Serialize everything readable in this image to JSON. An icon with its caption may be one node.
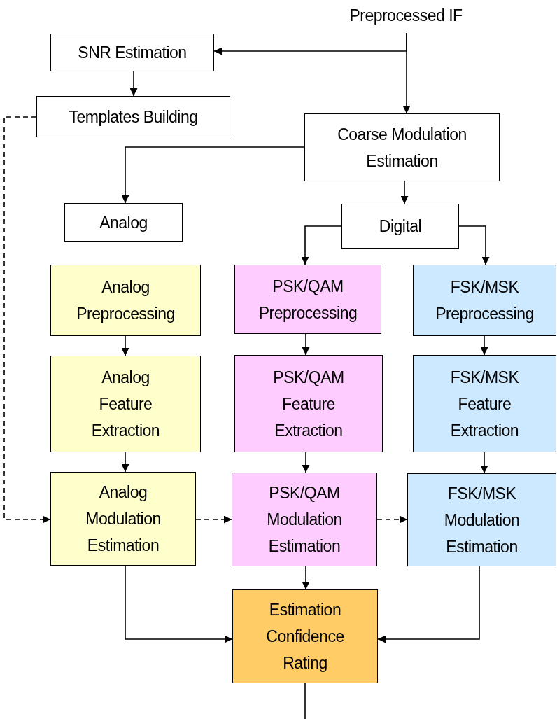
{
  "diagram": {
    "nodes": [
      {
        "text": [
          "Preprocessed IF"
        ]
      },
      {
        "text": [
          "SNR Estimation"
        ]
      },
      {
        "text": [
          "Templates Building"
        ]
      },
      {
        "text": [
          "Coarse Modulation Estimation"
        ]
      },
      {
        "text": [
          "Analog"
        ]
      },
      {
        "text": [
          "Digital"
        ]
      },
      {
        "text": [
          "Analog Preprocessing"
        ]
      },
      {
        "text": [
          "PSK/QAM Preprocessing"
        ]
      },
      {
        "text": [
          "FSK/MSK Preprocessing"
        ]
      },
      {
        "text": [
          "Analog Feature Extraction"
        ]
      },
      {
        "text": [
          "PSK/QAM Feature Extraction"
        ]
      },
      {
        "text": [
          "FSK/MSK Feature Extraction"
        ]
      },
      {
        "text": [
          "Analog Modulation Estimation"
        ]
      },
      {
        "text": [
          "PSK/QAM Modulation Estimation"
        ]
      },
      {
        "text": [
          "FSK/MSK Modulation Estimation"
        ]
      },
      {
        "text": [
          "Estimation Confidence Rating"
        ]
      }
    ],
    "edges": [
      {
        "from": 0,
        "to": 1,
        "arrow": "to"
      },
      {
        "from": 0,
        "to": 3,
        "arrow": "to"
      },
      {
        "from": 1,
        "to": 2,
        "arrow": "to"
      },
      {
        "from": 3,
        "to": 4,
        "arrow": "to"
      },
      {
        "from": 3,
        "to": 5,
        "arrow": "to"
      },
      {
        "from": 5,
        "to": 7,
        "arrow": "to"
      },
      {
        "from": 5,
        "to": 8,
        "arrow": "to"
      },
      {
        "from": 6,
        "to": 9,
        "arrow": "to"
      },
      {
        "from": 7,
        "to": 10,
        "arrow": "to"
      },
      {
        "from": 8,
        "to": 11,
        "arrow": "to"
      },
      {
        "from": 9,
        "to": 12,
        "arrow": "to"
      },
      {
        "from": 10,
        "to": 13,
        "arrow": "to"
      },
      {
        "from": 11,
        "to": 14,
        "arrow": "to"
      },
      {
        "from": 2,
        "to": 12,
        "arrow": "to",
        "style": "dashed"
      },
      {
        "from": 12,
        "to": 13,
        "arrow": "to",
        "style": "dashed"
      },
      {
        "from": 13,
        "to": 14,
        "arrow": "to",
        "style": "dashed"
      },
      {
        "from": 12,
        "to": 15,
        "arrow": "to"
      },
      {
        "from": 13,
        "to": 15,
        "arrow": "to"
      },
      {
        "from": 14,
        "to": 15,
        "arrow": "to"
      },
      {
        "from": 15,
        "to": null,
        "arrow": "none"
      }
    ]
  }
}
